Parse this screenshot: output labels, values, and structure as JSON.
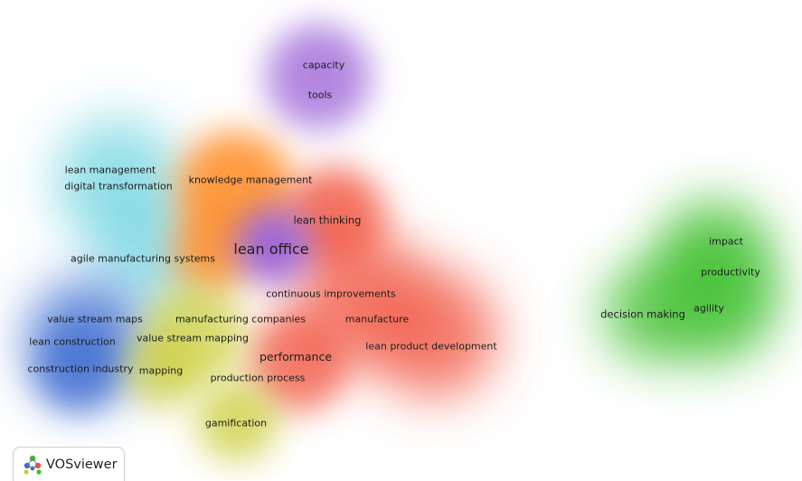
{
  "app": {
    "name": "VOSviewer"
  },
  "clusters": [
    {
      "id": "red",
      "color": "#f0523c"
    },
    {
      "id": "green",
      "color": "#3cbe2a"
    },
    {
      "id": "blue",
      "color": "#3b6bd0"
    },
    {
      "id": "yellow",
      "color": "#c9cd35"
    },
    {
      "id": "purple",
      "color": "#9a5fd6"
    },
    {
      "id": "cyan",
      "color": "#4ecad8"
    },
    {
      "id": "orange",
      "color": "#ff8a1e"
    }
  ],
  "terms": [
    {
      "id": "capacity",
      "label": "capacity",
      "cluster": "purple"
    },
    {
      "id": "tools",
      "label": "tools",
      "cluster": "purple"
    },
    {
      "id": "lean-management",
      "label": "lean management",
      "cluster": "cyan"
    },
    {
      "id": "digital-transformation",
      "label": "digital transformation",
      "cluster": "cyan"
    },
    {
      "id": "knowledge-management",
      "label": "knowledge management",
      "cluster": "orange"
    },
    {
      "id": "lean-thinking",
      "label": "lean thinking",
      "cluster": "red"
    },
    {
      "id": "lean-office",
      "label": "lean office",
      "cluster": "purple"
    },
    {
      "id": "agile-manufacturing-systems",
      "label": "agile manufacturing systems",
      "cluster": "cyan"
    },
    {
      "id": "continuous-improvements",
      "label": "continuous improvements",
      "cluster": "red"
    },
    {
      "id": "value-stream-maps",
      "label": "value stream maps",
      "cluster": "blue"
    },
    {
      "id": "manufacturing-companies",
      "label": "manufacturing companies",
      "cluster": "yellow"
    },
    {
      "id": "manufacture",
      "label": "manufacture",
      "cluster": "red"
    },
    {
      "id": "lean-construction",
      "label": "lean construction",
      "cluster": "blue"
    },
    {
      "id": "value-stream-mapping",
      "label": "value stream mapping",
      "cluster": "yellow"
    },
    {
      "id": "lean-product-development",
      "label": "lean product development",
      "cluster": "red"
    },
    {
      "id": "performance",
      "label": "performance",
      "cluster": "red"
    },
    {
      "id": "construction-industry",
      "label": "construction industry",
      "cluster": "blue"
    },
    {
      "id": "mapping",
      "label": "mapping",
      "cluster": "yellow"
    },
    {
      "id": "production-process",
      "label": "production process",
      "cluster": "red"
    },
    {
      "id": "gamification",
      "label": "gamification",
      "cluster": "yellow"
    },
    {
      "id": "impact",
      "label": "impact",
      "cluster": "green"
    },
    {
      "id": "productivity",
      "label": "productivity",
      "cluster": "green"
    },
    {
      "id": "agility",
      "label": "agility",
      "cluster": "green"
    },
    {
      "id": "decision-making",
      "label": "decision making",
      "cluster": "green"
    }
  ]
}
